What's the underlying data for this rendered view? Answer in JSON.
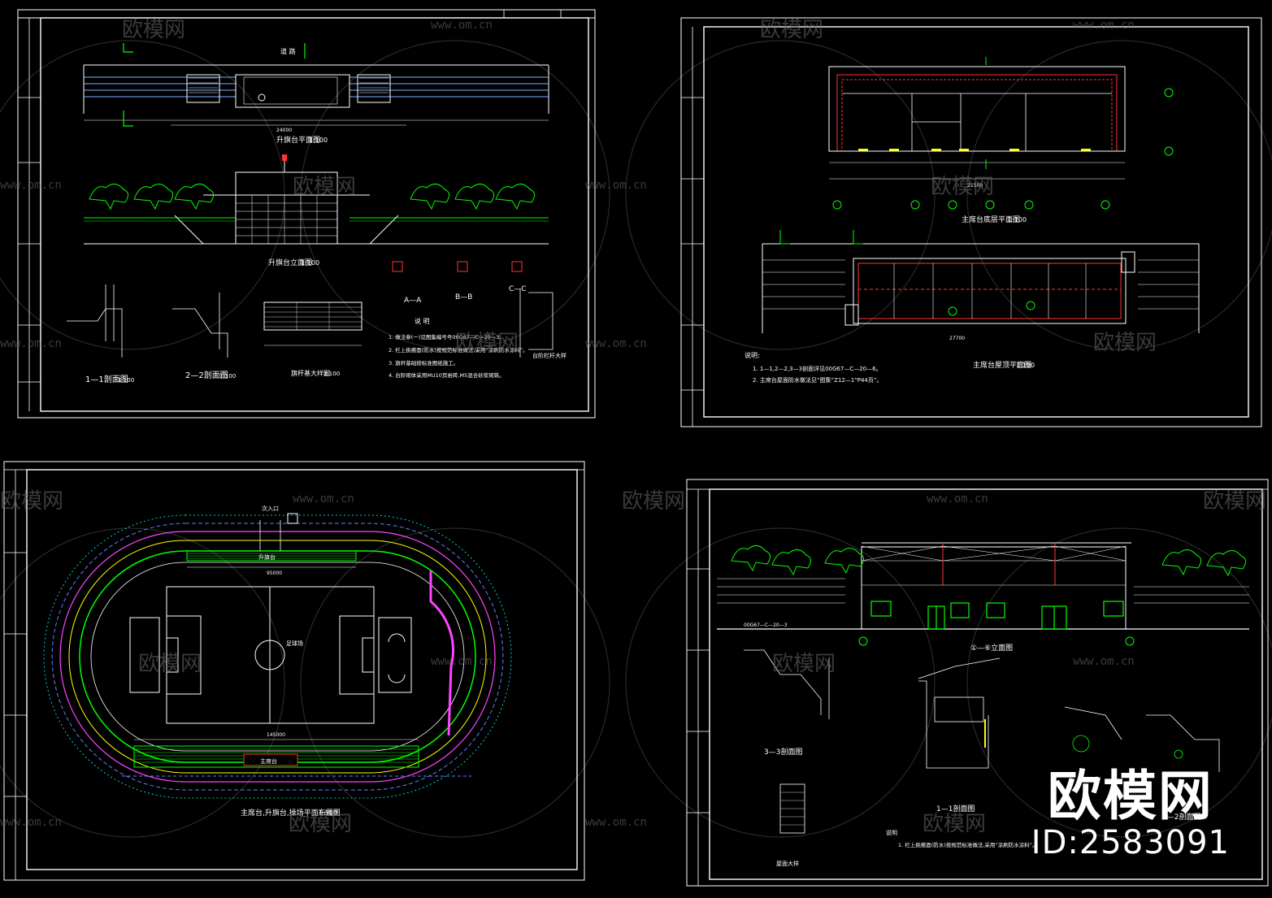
{
  "watermark": {
    "brand": "欧模网",
    "url": "www.om.cn"
  },
  "stamp": {
    "logo": "欧模网",
    "id": "ID:2583091"
  },
  "colors": {
    "background": "#000000",
    "frame": "#ffffff",
    "green": "#00ff00",
    "red": "#ff3030",
    "magenta": "#ff40ff",
    "yellow": "#ffff00",
    "cyan": "#00ffff",
    "blue": "#6080ff"
  },
  "sheets": {
    "s1": {
      "plan_title": "升旗台平面图",
      "plan_scale": "1:100",
      "elev_title": "升旗台立面图",
      "elev_scale": "1:100",
      "sec11": "1—1剖面图",
      "sec11_scale": "1:100",
      "sec22": "2—2剖面图",
      "sec22_scale": "1:100",
      "detail_title": "旗杆基大样图",
      "detail_scale": "1:100",
      "stair_title": "台阶栏杆大样",
      "aa": "A—A",
      "bb": "B—B",
      "cc": "C—C",
      "notes_title": "说 明",
      "notes": [
        "1. 做法参(一)见图集编号号00G67—C—20—3。",
        "2. 栏上挑檐面(防水)按规范标准做法,采用“涂刷防水涂料”。",
        "3. 旗杆基础按标准图纸施工。",
        "4. 台阶砌体采用MU10页岩砖,M5混合砂浆砌筑。"
      ],
      "road_label": "道 路",
      "dim_total": "24000"
    },
    "s2": {
      "plan_title": "主席台底层平面图",
      "plan_scale": "1:100",
      "roof_title": "主席台屋顶平面图",
      "roof_scale": "1:100",
      "notes_title": "说明:",
      "notes": [
        "1. 1—1,2—2,3—3剖面详见00G67—C—20—6。",
        "2. 主席台屋面防水做法见“图集”Z12—1“P44页”。"
      ],
      "dim_plan": "21500",
      "dim_roof": "27700"
    },
    "s3": {
      "site_title": "主席台,升旗台,操场平面布置图",
      "site_scale": "1:500",
      "field_label": "足球场",
      "flag_label": "升旗台",
      "stand_label": "主席台",
      "gate_label": "次入口",
      "dim1": "145000",
      "dim2": "95000"
    },
    "s4": {
      "elev_title": "①—⑥立面图",
      "sec11": "1—1剖面图",
      "sec22": "2—2剖面图",
      "sec33": "3—3剖面图",
      "base_title": "屋面大样",
      "notes_title": "说明",
      "notes": [
        "1. 栏上挑檐面(防水)按规范标准做法,采用“涂刷防水涂料”。"
      ],
      "ref": "00G67—C—20—3"
    }
  }
}
